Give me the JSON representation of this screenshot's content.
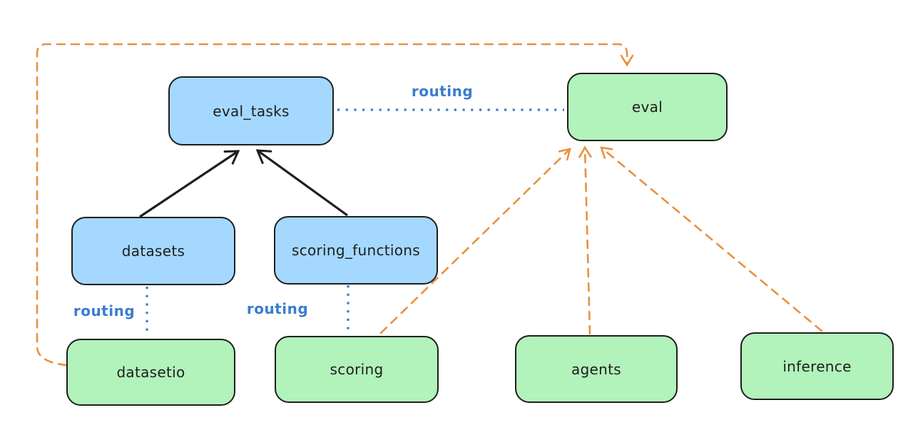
{
  "nodes": {
    "eval_tasks": {
      "label": "eval_tasks"
    },
    "eval": {
      "label": "eval"
    },
    "datasets": {
      "label": "datasets"
    },
    "scoring_functions": {
      "label": "scoring_functions"
    },
    "datasetio": {
      "label": "datasetio"
    },
    "scoring": {
      "label": "scoring"
    },
    "agents": {
      "label": "agents"
    },
    "inference": {
      "label": "inference"
    }
  },
  "edge_labels": {
    "eval_tasks_to_eval": "routing",
    "datasets_to_datasetio": "routing",
    "scoring_functions_to_scoring": "routing"
  },
  "colors": {
    "api-fill": "#a5d8ff",
    "provider-fill": "#b2f2bb",
    "stroke": "#1e1e1e",
    "routing": "#3b7cd0",
    "dependency": "#e8913f",
    "bg": "#ffffff"
  }
}
